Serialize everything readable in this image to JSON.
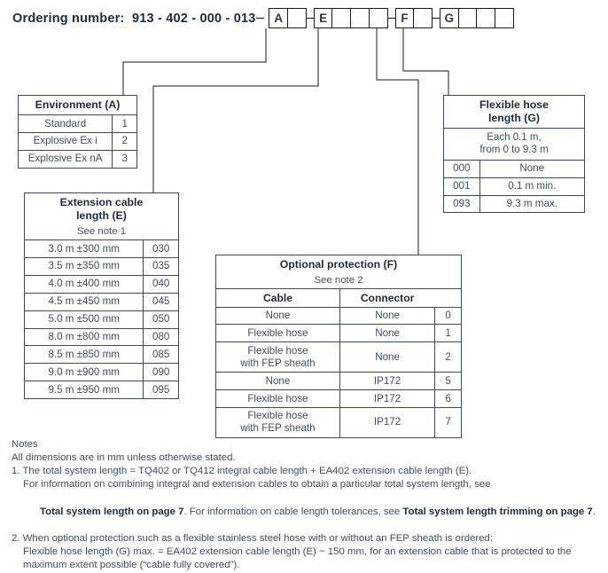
{
  "header": {
    "label": "Ordering number:",
    "prefix": "913 - 402 - 000 - 013",
    "groups": [
      {
        "name": "group-a",
        "code": "A",
        "blanks": 1
      },
      {
        "name": "group-e",
        "code": "E",
        "blanks": 3
      },
      {
        "name": "group-f",
        "code": "F",
        "blanks": 1
      },
      {
        "name": "group-g",
        "code": "G",
        "blanks": 3
      }
    ]
  },
  "environment": {
    "title": "Environment (A)",
    "rows": [
      {
        "label": "Standard",
        "code": "1"
      },
      {
        "label": "Explosive Ex i",
        "code": "2"
      },
      {
        "label": "Explosive Ex nA",
        "code": "3"
      }
    ]
  },
  "extension": {
    "title": "Extension cable\nlength (E)",
    "note": "See note 1",
    "rows": [
      {
        "label": "3.0 m ±300 mm",
        "code": "030"
      },
      {
        "label": "3.5 m ±350 mm",
        "code": "035"
      },
      {
        "label": "4.0 m ±400 mm",
        "code": "040"
      },
      {
        "label": "4.5 m ±450 mm",
        "code": "045"
      },
      {
        "label": "5.0 m ±500 mm",
        "code": "050"
      },
      {
        "label": "8.0 m ±800 mm",
        "code": "080"
      },
      {
        "label": "8.5 m ±850 mm",
        "code": "085"
      },
      {
        "label": "9.0 m ±900 mm",
        "code": "090"
      },
      {
        "label": "9.5 m ±950 mm",
        "code": "095"
      }
    ]
  },
  "protection": {
    "title": "Optional protection (F)",
    "note": "See note 2",
    "columns": [
      "Cable",
      "Connector"
    ],
    "rows": [
      {
        "cable": "None",
        "connector": "None",
        "code": "0",
        "twoline": false
      },
      {
        "cable": "Flexible hose",
        "connector": "None",
        "code": "1",
        "twoline": false
      },
      {
        "cable": "Flexible hose\nwith FEP sheath",
        "connector": "None",
        "code": "2",
        "twoline": true
      },
      {
        "cable": "None",
        "connector": "IP172",
        "code": "5",
        "twoline": false
      },
      {
        "cable": "Flexible hose",
        "connector": "IP172",
        "code": "6",
        "twoline": false
      },
      {
        "cable": "Flexible hose\nwith FEP sheath",
        "connector": "IP172",
        "code": "7",
        "twoline": true
      }
    ]
  },
  "hose": {
    "title": "Flexible hose\nlength (G)",
    "subtitle": "Each 0.1 m,\nfrom 0 to 9.3 m",
    "rows": [
      {
        "code": "000",
        "label": "None"
      },
      {
        "code": "001",
        "label": "0.1 m min."
      },
      {
        "code": "093",
        "label": "9.3 m max."
      }
    ]
  },
  "notes": {
    "heading": "Notes",
    "general": "All dimensions are in mm unless otherwise stated.",
    "n1_a": "1. The total system length = TQ402 or TQ412 integral cable length + EA402 extension cable length (E).",
    "n1_b": "For information on combining integral and extension cables to obtain a particular total system length, see",
    "n1_c_bold1": "Total system length on page 7",
    "n1_c_mid": ". For information on cable length tolerances, see ",
    "n1_c_bold2": "Total system length trimming on page 7",
    "n1_c_end": ".",
    "n2_a": "2. When optional protection such as a flexible stainless steel hose with or without an FEP sheath is ordered:",
    "n2_b": "Flexible hose length (G) max. = EA402 extension cable length (E) − 150 mm, for an extension cable that is protected to the",
    "n2_c": "maximum extent possible (“cable fully covered”)."
  },
  "colors": {
    "line": "#1a1a1a",
    "table_border": "#3a4a5e",
    "text": "#3c4e66",
    "heading": "#1d2b40"
  }
}
